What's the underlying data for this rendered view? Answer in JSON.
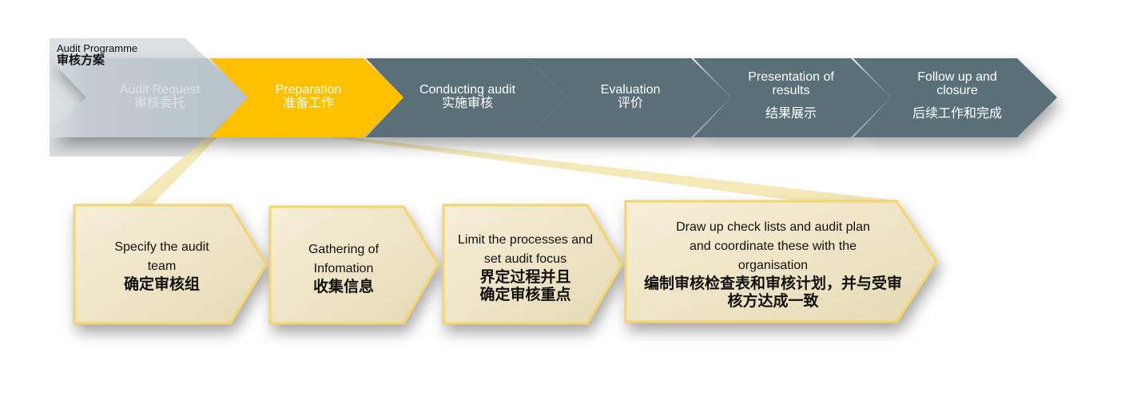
{
  "programme": {
    "title_en": "Audit Programme",
    "title_cn": "审核方案"
  },
  "steps": [
    {
      "en": "Audit Request",
      "cn": "审核委托",
      "state": "inactive"
    },
    {
      "en": "Preparation",
      "cn": "准备工作",
      "state": "active"
    },
    {
      "en": "Conducting audit",
      "cn": "实施审核",
      "state": "pending"
    },
    {
      "en": "Evaluation",
      "cn": "评价",
      "state": "pending"
    },
    {
      "en": "Presentation of results",
      "cn": "结果展示",
      "state": "pending"
    },
    {
      "en": "Follow up and closure",
      "cn": "后续工作和完成",
      "state": "pending"
    }
  ],
  "substeps": [
    {
      "en": "Specify the audit team",
      "cn": "确定审核组"
    },
    {
      "en": "Gathering of Infomation",
      "cn": "收集信息"
    },
    {
      "en": "Limit the processes and set audit focus",
      "cn": "界定过程并且 确定审核重点"
    },
    {
      "en": "Draw up check lists and audit plan and coordinate these with the organisation",
      "cn": "编制审核检查表和审核计划，并与受审核方达成一致"
    }
  ],
  "colors": {
    "active": "#ffc000",
    "pending": "#5a6f78",
    "inactive": "#b7c2c9",
    "substep_fill": "#efe6c8",
    "substep_border": "#f5d56a"
  }
}
